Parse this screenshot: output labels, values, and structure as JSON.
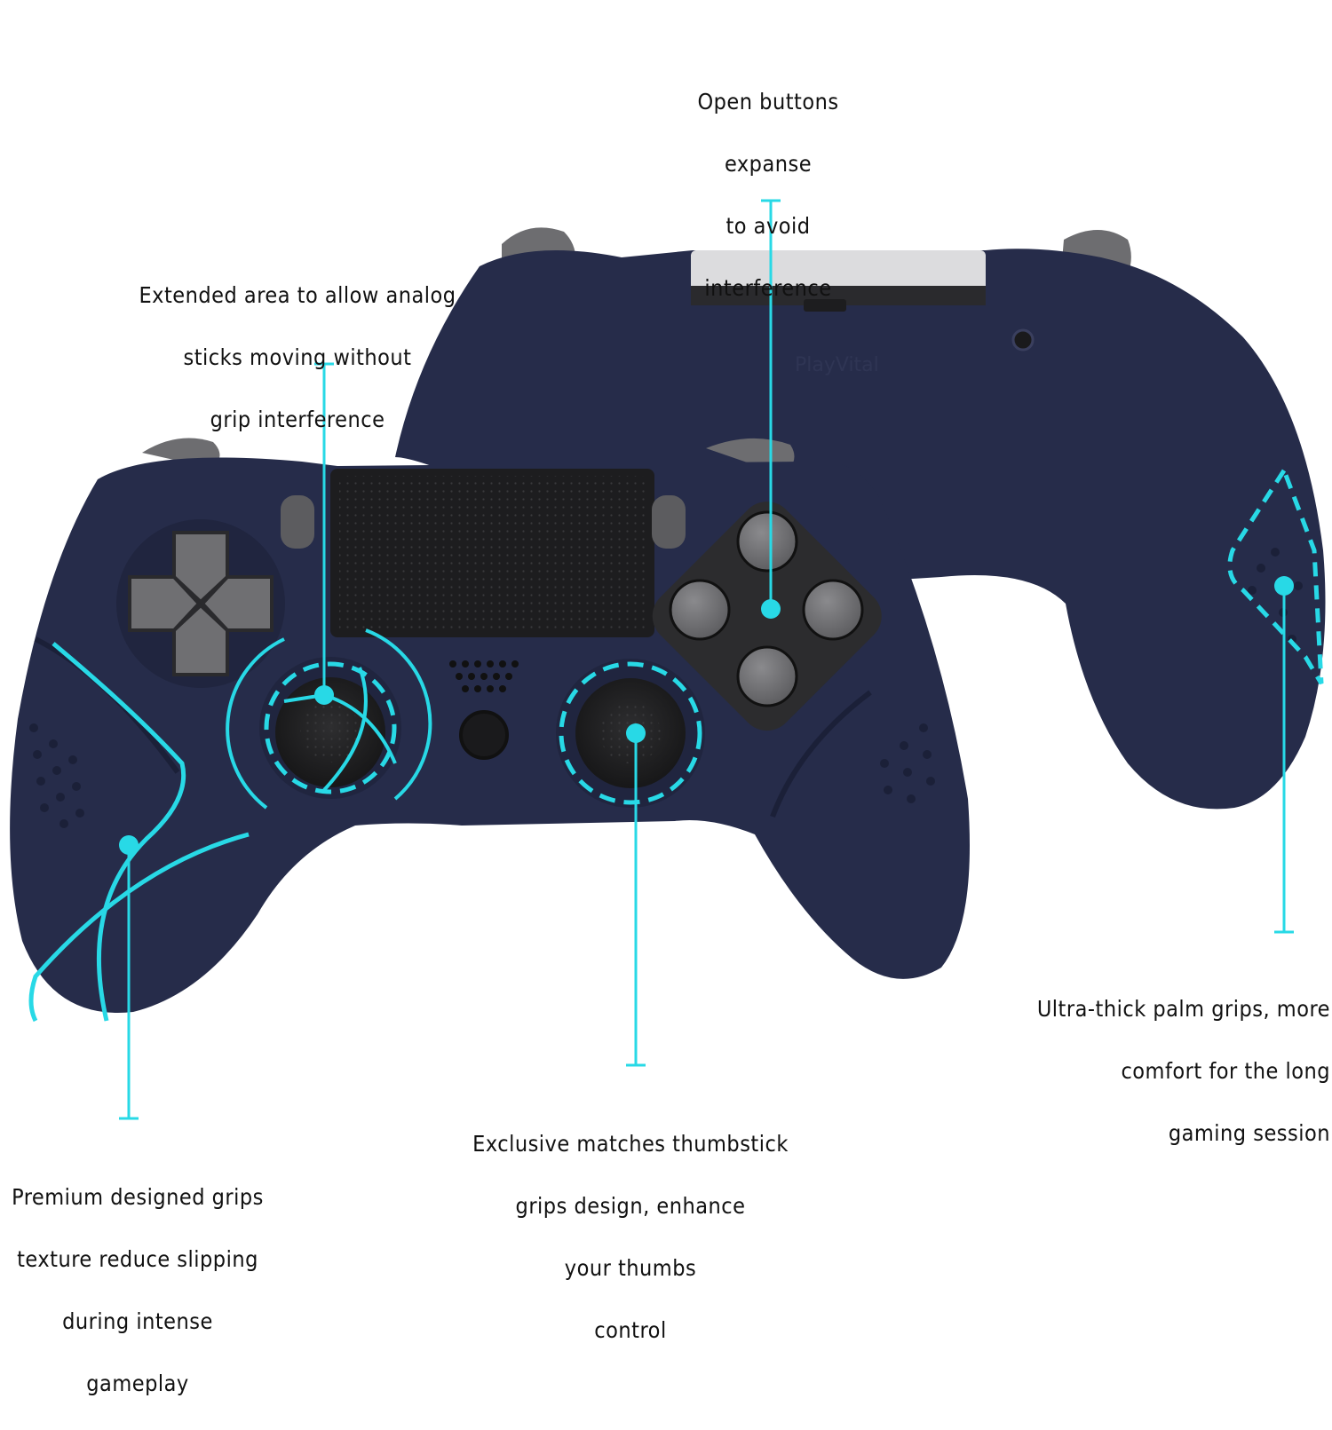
{
  "product": {
    "brand_emboss": "PlayVital",
    "colors": {
      "shell": "#262c4a",
      "shell_shadow": "#1b2038",
      "accent": "#28d9e6",
      "buttons": "#6f6f72",
      "button_base": "#2c2c2e",
      "touchpad": "#1d1d1f",
      "background": "#ffffff"
    }
  },
  "callouts": [
    {
      "id": "open-buttons",
      "lines": [
        "Open buttons",
        "expanse",
        "to avoid",
        "interference"
      ]
    },
    {
      "id": "extended-area",
      "lines": [
        "Extended area to allow analog",
        "sticks moving without",
        "grip interference"
      ]
    },
    {
      "id": "palm-grips",
      "lines": [
        "Ultra-thick palm grips, more",
        "comfort for the long",
        "gaming session"
      ]
    },
    {
      "id": "thumbstick-grips",
      "lines": [
        "Exclusive matches thumbstick",
        "grips design, enhance",
        "your thumbs",
        "control"
      ]
    },
    {
      "id": "grip-texture",
      "lines": [
        "Premium designed grips",
        "texture reduce slipping",
        "during intense",
        "gameplay"
      ]
    }
  ]
}
